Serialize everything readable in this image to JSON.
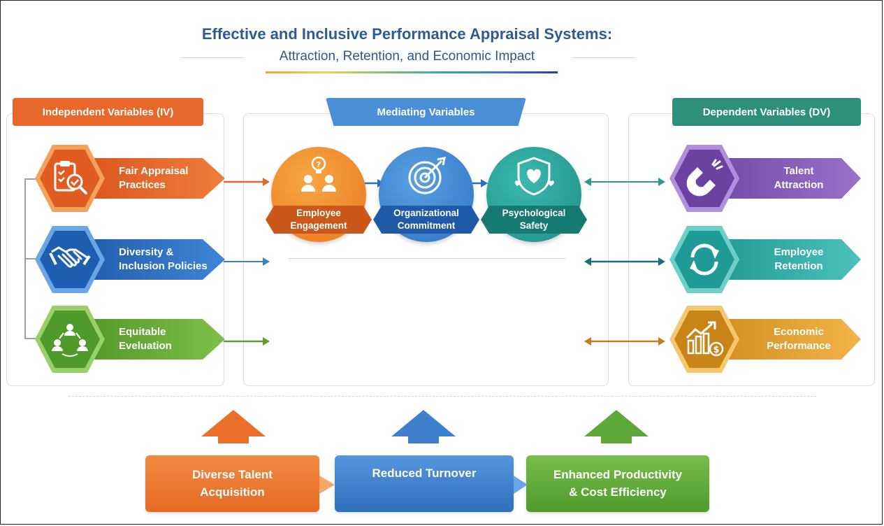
{
  "header": {
    "title": "Effective and Inclusive Performance Appraisal Systems:",
    "subtitle": "Attraction, Retention, and Economic Impact"
  },
  "panels": {
    "iv_title": "Independent  Variables (IV)",
    "mediating_title": "Mediating Variables",
    "dv_title": "Dependent Variables (DV)"
  },
  "independent": [
    {
      "line1": "Fair Appraisal",
      "line2": "Practices",
      "color": "#e8672a",
      "icon": "clipboard-magnifier-icon"
    },
    {
      "line1": "Diversity &",
      "line2": "Inclusion Policies",
      "color": "#2f6fbd",
      "icon": "handshake-icon"
    },
    {
      "line1": "Equitable",
      "line2": "Eveluation",
      "color": "#6aab3a",
      "icon": "people-network-icon"
    }
  ],
  "mediating": [
    {
      "line1": "Employee",
      "line2": "Engagement",
      "color": "#ef8a2a",
      "icon": "people-lightbulb-icon"
    },
    {
      "line1": "Organizational",
      "line2": "Commitment",
      "color": "#3d86cf",
      "icon": "target-icon"
    },
    {
      "line1": "Psychological",
      "line2": "Safety",
      "color": "#2aa199",
      "icon": "shield-heart-icon"
    }
  ],
  "dependent": [
    {
      "line1": "Talent",
      "line2": "Attraction",
      "color": "#8a5cb8",
      "icon": "magnet-icon"
    },
    {
      "line1": "Employee",
      "line2": "Retention",
      "color": "#2eaaa8",
      "icon": "refresh-cycle-icon"
    },
    {
      "line1": "Economic",
      "line2": "Performance",
      "color": "#e09a28",
      "icon": "growth-chart-icon"
    }
  ],
  "outcomes": [
    {
      "line1": "Diverse Talent",
      "line2": "Acquisition",
      "color": "#ee7a2e"
    },
    {
      "line1": "Reduced Turnover",
      "line2": "",
      "color": "#3f80cc"
    },
    {
      "line1": "Enhanced Productivity",
      "line2": "& Cost Efficiency",
      "color": "#5fa83a"
    }
  ]
}
